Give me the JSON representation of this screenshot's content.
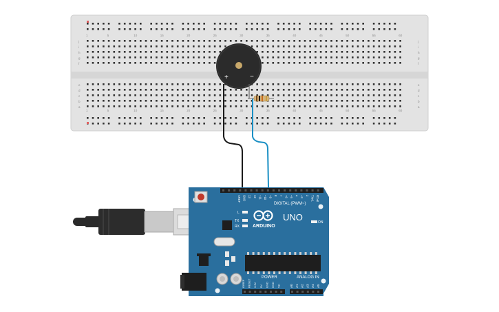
{
  "breadboard": {
    "columns_top": [
      "1",
      "5",
      "10",
      "15",
      "20",
      "25",
      "30",
      "35",
      "40",
      "45",
      "50",
      "55",
      "60"
    ],
    "columns_bottom": [
      "1",
      "5",
      "10",
      "15",
      "20",
      "25",
      "30",
      "35",
      "40",
      "45",
      "50",
      "55",
      "60"
    ],
    "rows_left": [
      "j",
      "i",
      "h",
      "g",
      "f",
      "e",
      "d",
      "c",
      "b",
      "a"
    ],
    "rows_right": [
      "j",
      "i",
      "h",
      "g",
      "f",
      "e",
      "d",
      "c",
      "b",
      "a"
    ]
  },
  "buzzer": {
    "plus": "+",
    "minus": "−"
  },
  "board": {
    "brand": "ARDUINO",
    "model": "UNO",
    "digital_label": "DIGITAL (PWM~)",
    "power_label": "POWER",
    "analog_label": "ANALOG IN",
    "on_label": "ON",
    "l_label": "L",
    "tx_label": "TX",
    "rx_label": "RX",
    "top_pins": [
      "AREF",
      "GND",
      "13",
      "12",
      "~11",
      "~10",
      "~9",
      "8",
      "7",
      "~6",
      "~5",
      "4",
      "~3",
      "2",
      "TX▸1",
      "RX◂0"
    ],
    "power_pins": [
      "IOREF",
      "RESET",
      "3.3V",
      "5V",
      "GND",
      "GND",
      "Vin"
    ],
    "analog_pins": [
      "A0",
      "A1",
      "A2",
      "A3",
      "A4",
      "A5"
    ]
  },
  "colors": {
    "board_blue": "#2a6f9e",
    "breadboard": "#e6e6e6",
    "wire_black": "#1a1a1a",
    "wire_blue": "#1a8fc4",
    "buzzer": "#2b2b2b"
  },
  "icons": [
    "usb-cable-icon",
    "arduino-infinity-logo-icon"
  ]
}
